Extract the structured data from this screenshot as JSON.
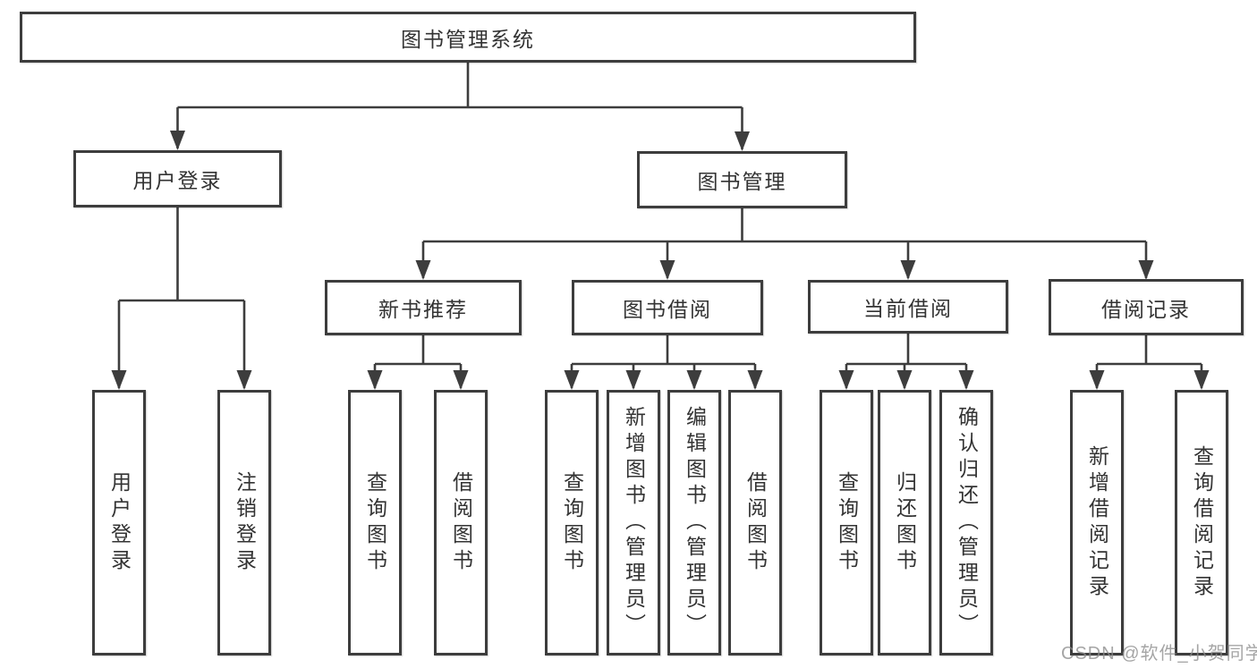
{
  "nodes": {
    "root": "图书管理系统",
    "user_login": "用户登录",
    "book_mgmt": "图书管理",
    "new_book_rec": "新书推荐",
    "book_borrow": "图书借阅",
    "current_borrow": "当前借阅",
    "borrow_records": "借阅记录"
  },
  "leaves": {
    "user_login": "用户登录",
    "logout": "注销登录",
    "rec_query_books": "查询图书",
    "rec_borrow_books": "借阅图书",
    "bb_query_books": "查询图书",
    "bb_add_books": "新增图书（管理员）",
    "bb_edit_books": "编辑图书（管理员）",
    "bb_borrow_books": "借阅图书",
    "cb_query_books": "查询图书",
    "cb_return_books": "归还图书",
    "cb_confirm_return": "确认归还（管理员）",
    "br_add_record": "新增借阅记录",
    "br_query_record": "查询借阅记录"
  },
  "watermark": "CSDN @软件_小贺同学",
  "colors": {
    "line": "#3d3d3d",
    "text": "#333333",
    "watermark_gray": "#8c8c8c",
    "background": "#ffffff"
  }
}
